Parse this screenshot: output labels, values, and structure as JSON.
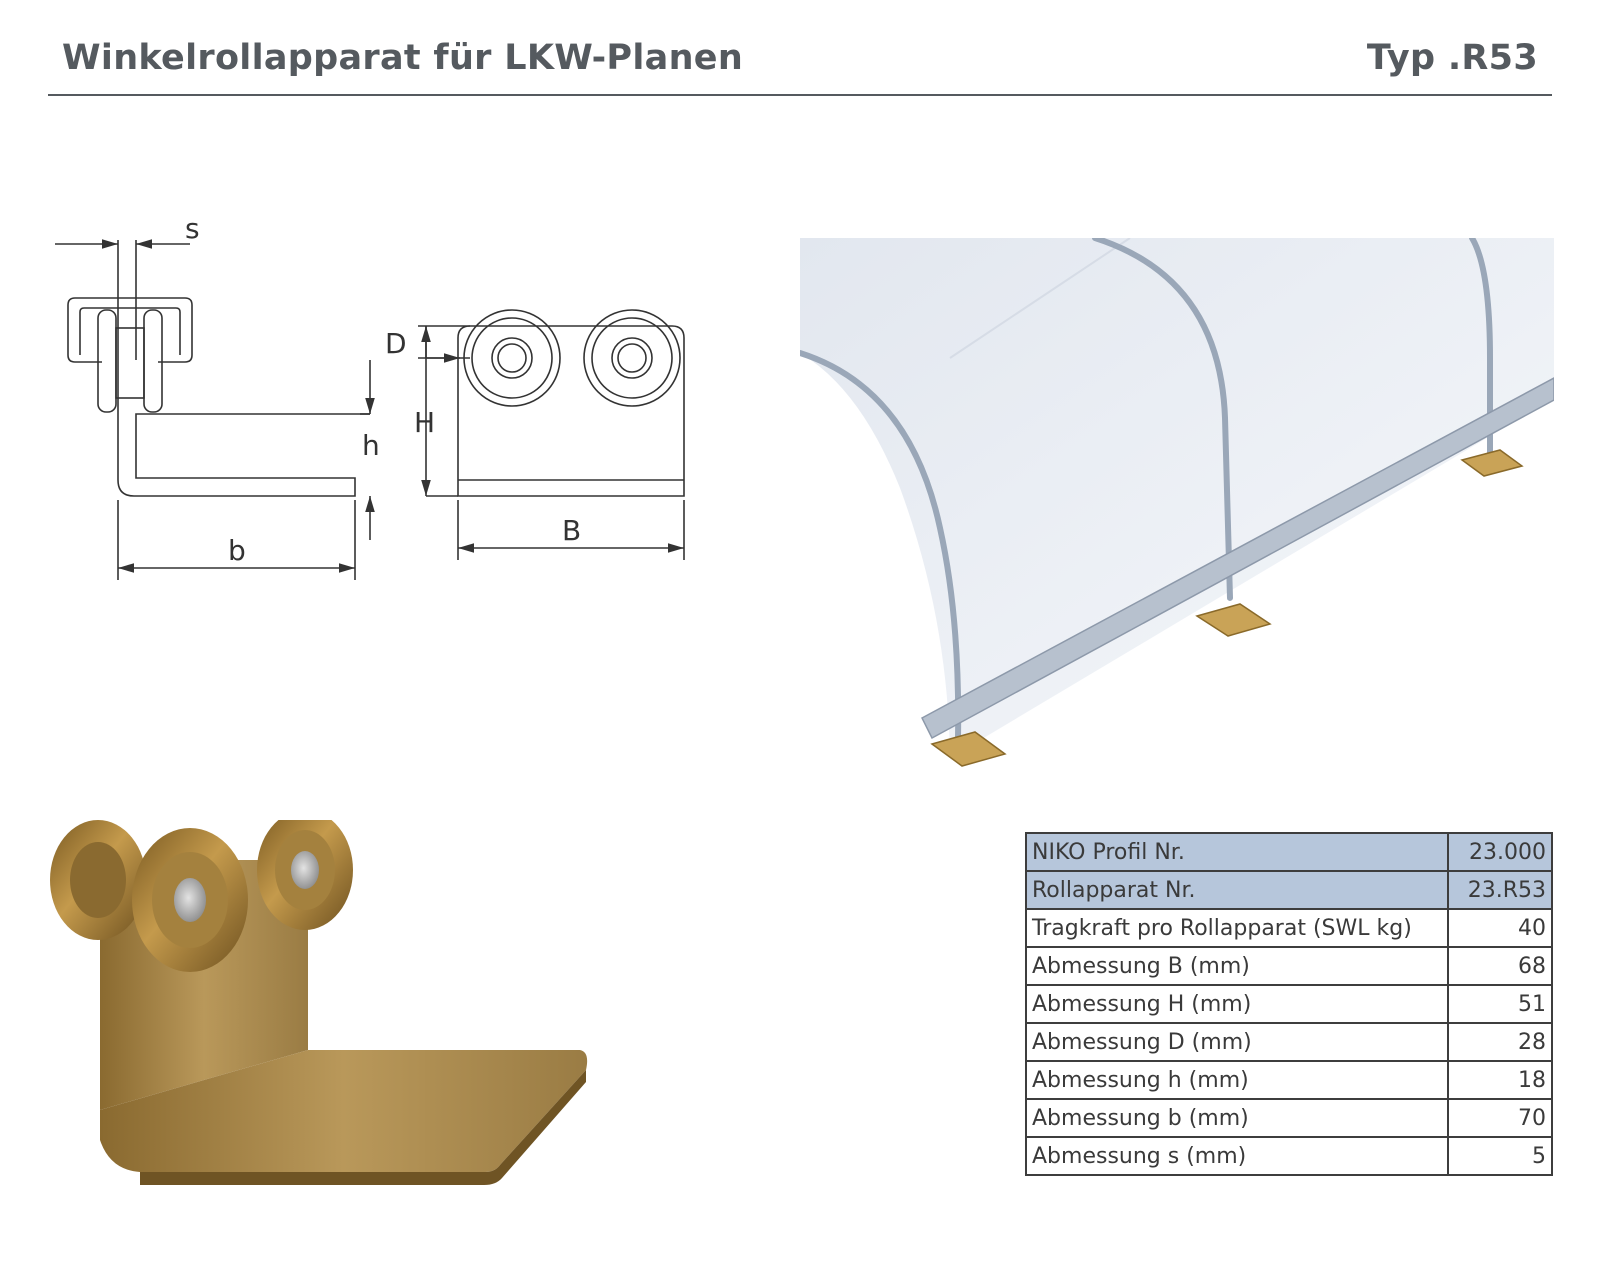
{
  "header": {
    "title": "Winkelrollapparat für LKW-Planen",
    "type": "Typ .R53"
  },
  "drawing": {
    "label_s": "s",
    "label_D": "D",
    "label_h": "h",
    "label_H": "H",
    "label_b": "b",
    "label_B": "B"
  },
  "specs": [
    {
      "label": "NIKO Profil Nr.",
      "value": "23.000"
    },
    {
      "label": "Rollapparat Nr.",
      "value": "23.R53"
    },
    {
      "label": "Tragkraft pro Rollapparat (SWL kg)",
      "value": "40"
    },
    {
      "label": "Abmessung B (mm)",
      "value": "68"
    },
    {
      "label": "Abmessung H (mm)",
      "value": "51"
    },
    {
      "label": "Abmessung D (mm)",
      "value": "28"
    },
    {
      "label": "Abmessung h (mm)",
      "value": "18"
    },
    {
      "label": "Abmessung b (mm)",
      "value": "70"
    },
    {
      "label": "Abmessung s (mm)",
      "value": "5"
    }
  ],
  "colors": {
    "header_text": "#555a5f",
    "table_highlight": "#b6c6db",
    "brass": "#b58a3a"
  }
}
